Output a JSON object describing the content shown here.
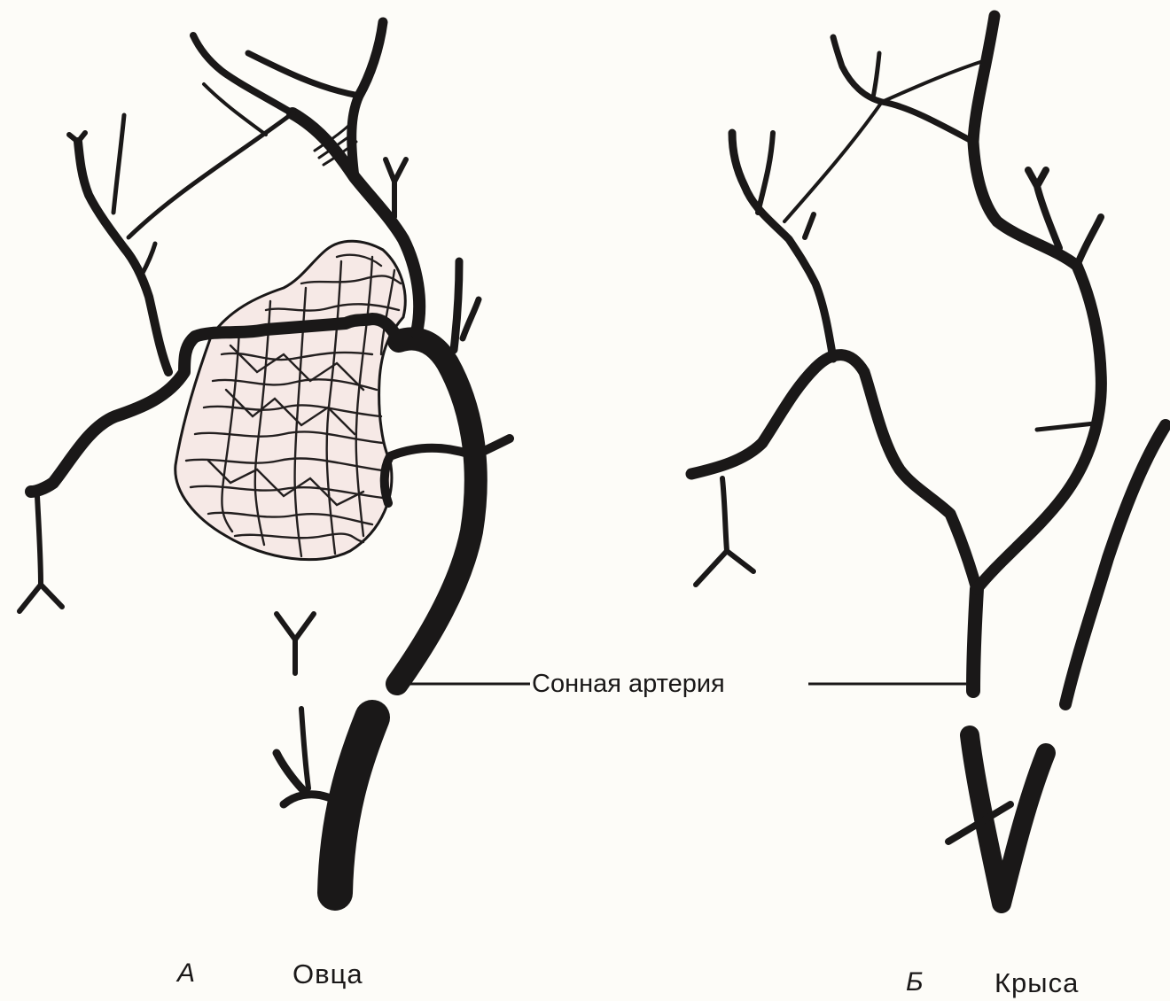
{
  "labels": {
    "carotid": "Сонная артерия",
    "panel_a_letter": "А",
    "panel_a_species": "Овца",
    "panel_b_letter": "Б",
    "panel_b_species": "Крыса"
  },
  "colors": {
    "ink": "#1a1818",
    "paper": "#fdfcf8",
    "rete_fill": "#f6e9e6"
  }
}
